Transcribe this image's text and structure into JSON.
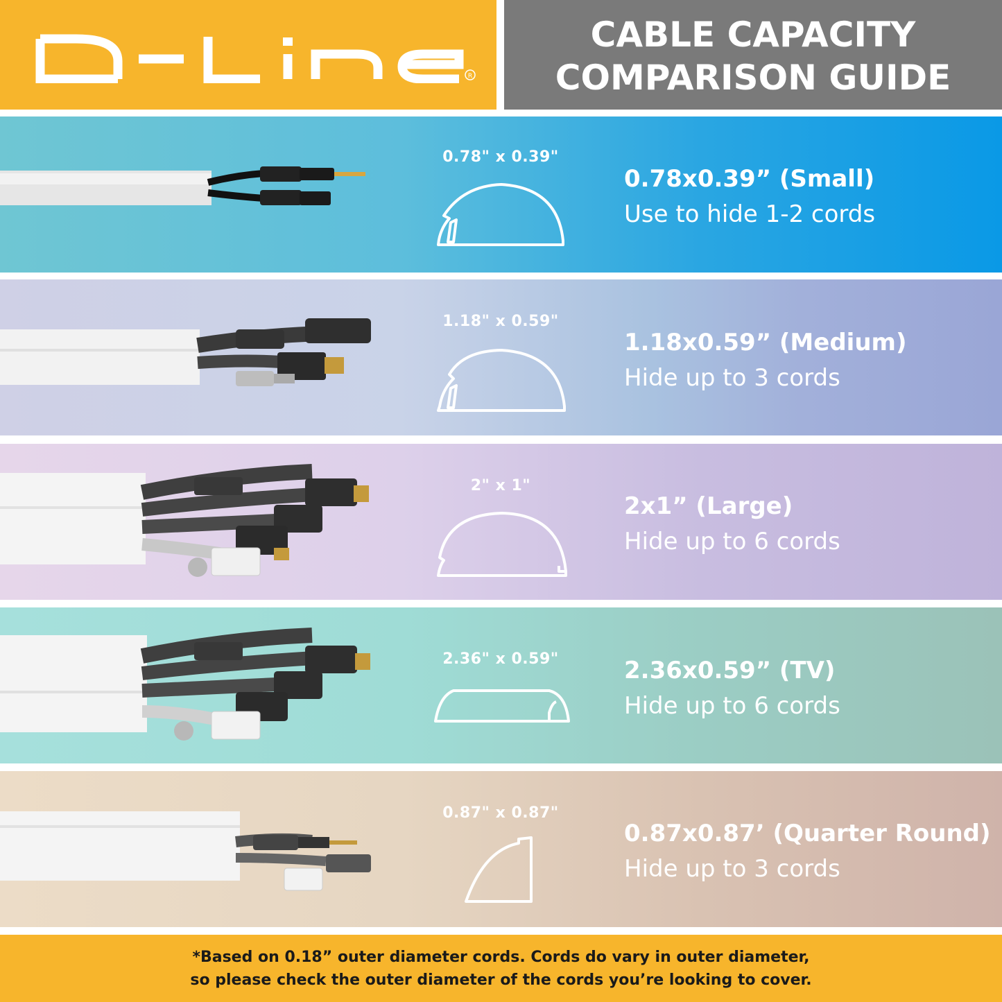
{
  "brand": {
    "name": "D-LINE",
    "registered": "®"
  },
  "header": {
    "title_line1": "CABLE CAPACITY",
    "title_line2": "COMPARISON GUIDE"
  },
  "rows": [
    {
      "dimension": "0.78\" x 0.39\"",
      "title": "0.78x0.39” (Small)",
      "description": "Use to hide 1-2 cords",
      "profile": "half-round-small-icon"
    },
    {
      "dimension": "1.18\" x 0.59\"",
      "title": "1.18x0.59” (Medium)",
      "description": "Hide up to 3 cords",
      "profile": "half-round-medium-icon"
    },
    {
      "dimension": "2\" x 1\"",
      "title": "2x1” (Large)",
      "description": "Hide up to 6 cords",
      "profile": "half-round-large-icon"
    },
    {
      "dimension": "2.36\" x 0.59\"",
      "title": "2.36x0.59” (TV)",
      "description": "Hide up to 6 cords",
      "profile": "flat-tv-icon"
    },
    {
      "dimension": "0.87\" x 0.87\"",
      "title": "0.87x0.87’ (Quarter Round)",
      "description": "Hide up to 3 cords",
      "profile": "quarter-round-icon"
    }
  ],
  "footer": {
    "line1": "*Based on 0.18” outer diameter cords. Cords do vary in outer diameter,",
    "line2": "so please check the outer diameter of the cords you’re looking to cover."
  },
  "colors": {
    "orange": "#f7b52c",
    "gray": "#7a7a7a",
    "white": "#ffffff"
  }
}
